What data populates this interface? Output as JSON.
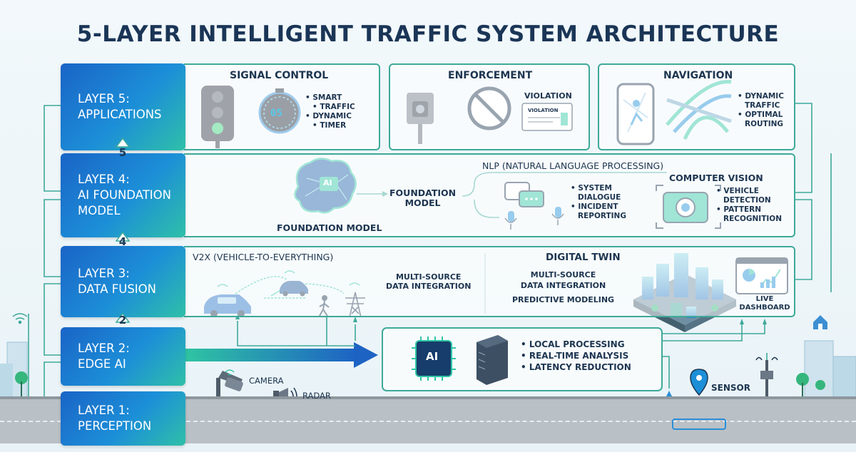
{
  "title": "5-LAYER INTELLIGENT TRAFFIC SYSTEM ARCHITECTURE",
  "layers": [
    {
      "line1": "LAYER 5:",
      "line2": "APPLICATIONS",
      "line3": ""
    },
    {
      "line1": "LAYER 4:",
      "line2": "AI FOUNDATION",
      "line3": "MODEL"
    },
    {
      "line1": "LAYER 3:",
      "line2": "DATA FUSION",
      "line3": ""
    },
    {
      "line1": "LAYER 2:",
      "line2": "EDGE AI",
      "line3": ""
    },
    {
      "line1": "LAYER 1:",
      "line2": "PERCEPTION",
      "line3": ""
    }
  ],
  "step_numbers": [
    "5",
    "4",
    "2"
  ],
  "layer5": {
    "signal_control": {
      "title": "SIGNAL CONTROL",
      "timer_display": "05",
      "bullets": [
        "SMART",
        "TRAFFIC",
        "DYNAMIC",
        "TIMER"
      ]
    },
    "enforcement": {
      "title": "ENFORCEMENT",
      "violation_label": "VIOLATION",
      "ticket_label": "VIOLATION"
    },
    "navigation": {
      "title": "NAVIGATION",
      "bullets": [
        "DYNAMIC",
        "TRAFFIC",
        "OPTIMAL",
        "ROUTING"
      ]
    }
  },
  "layer4": {
    "brain_chip": "AI",
    "foundation_model_caption": "FOUNDATION MODEL",
    "foundation_model_node": [
      "FOUNDATION",
      "MODEL"
    ],
    "nlp_title": "NLP (NATURAL LANGUAGE PROCESSING)",
    "nlp_bullets": [
      "SYSTEM",
      "DIALOGUE",
      "INCIDENT",
      "REPORTING"
    ],
    "cv_title": "COMPUTER VISION",
    "cv_bullets": [
      "VEHICLE",
      "DETECTION",
      "PATTERN",
      "RECOGNITION"
    ]
  },
  "layer3": {
    "v2x_title": "V2X (VEHICLE-TO-EVERYTHING)",
    "integration": [
      "MULTI-SOURCE",
      "DATA INTEGRATION"
    ],
    "twin_title": "DIGITAL TWIN",
    "twin_lines": [
      "MULTI-SOURCE",
      "DATA INTEGRATION",
      "PREDICTIVE MODELING"
    ],
    "dashboard": [
      "LIVE",
      "DASHBOARD"
    ]
  },
  "layer2": {
    "chip": "AI",
    "bullets": [
      "LOCAL PROCESSING",
      "REAL-TIME ANALYSIS",
      "LATENCY REDUCTION"
    ]
  },
  "layer1": {
    "camera": "CAMERA",
    "radar": "RADAR",
    "sensor": "SENSOR"
  },
  "colors": {
    "teal": "#3ea99a",
    "blue": "#1a64c6",
    "navy": "#1a3556"
  }
}
